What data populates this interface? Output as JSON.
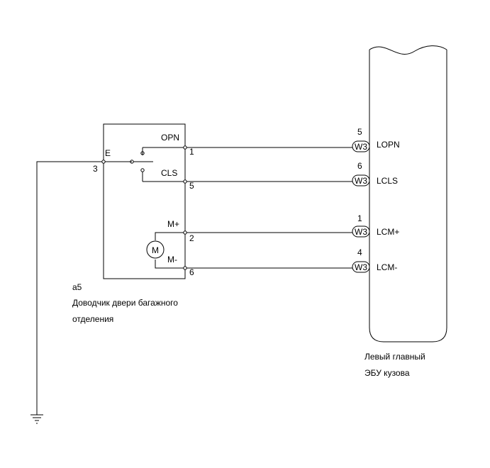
{
  "component": {
    "id": "a5",
    "name_line1": "Доводчик двери багажного",
    "name_line2": "отделения",
    "ground_label": "E",
    "ground_pin": "3",
    "switch_labels": {
      "open": "OPN",
      "close": "CLS"
    },
    "motor_labels": {
      "plus": "M+",
      "minus": "M-",
      "symbol": "M"
    },
    "pins": [
      "1",
      "5",
      "2",
      "6"
    ]
  },
  "ecu": {
    "name_line1": "Левый главный",
    "name_line2": "ЭБУ кузова",
    "connector": "W3",
    "terminals": [
      {
        "pin": "5",
        "signal": "LOPN"
      },
      {
        "pin": "6",
        "signal": "LCLS"
      },
      {
        "pin": "1",
        "signal": "LCM+"
      },
      {
        "pin": "4",
        "signal": "LCM-"
      }
    ]
  }
}
